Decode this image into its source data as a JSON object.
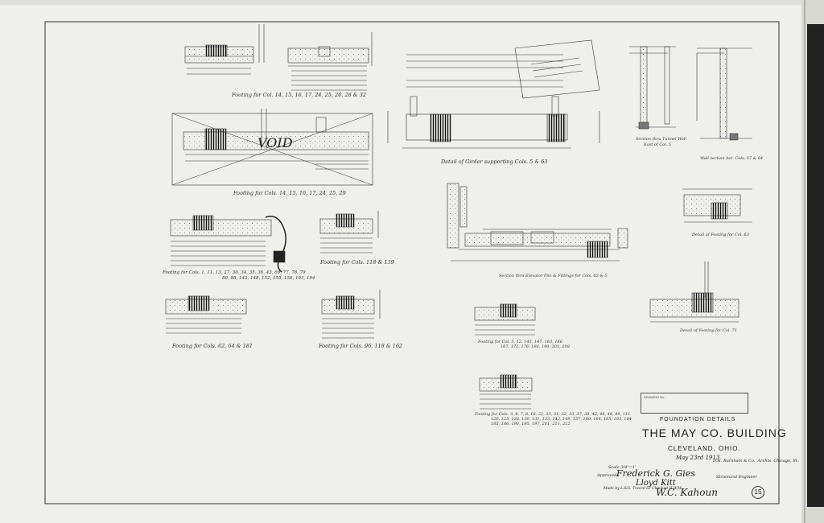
{
  "title_block": {
    "stamp_label": "DRAWING No.",
    "subtitle": "FOUNDATION DETAILS",
    "building": "THE MAY CO. BUILDING",
    "city": "CLEVELAND, OHIO.",
    "date": "May 23rd 1913",
    "scale": "Scale 3/4\"=1'",
    "architect": "D.H. Burnham & Co., Archts. Chicago, Ill.",
    "approved_label": "Approved",
    "signature_1": "Frederick G. Gies",
    "engineer_label": "Structural Engineer",
    "signature_2": "Lloyd Kitt",
    "made_by": "Made by L.&G.  Traced LV  Checked H.W.M.",
    "signature_3": "W.C. Kahoun",
    "sheet_number": "15"
  },
  "captions": {
    "d1": "Footing for Col. 14, 15, 16, 17,   24, 25, 26, 28 & 32",
    "d2": "Footing for Cols. 14, 15, 16, 17, 24, 25, 29",
    "void": "VOID",
    "d3": "Detail of Girder supporting Cols. 5 & 63",
    "d4": "Section thru Tunnel Wall",
    "d4b": "East of Col. 5",
    "d5": "Wall section bet. Cols. 57 & 64",
    "d6": "Footing for Cols. 1, 11, 13, 27, 30,   34, 35, 36, 43, 69, 77, 78, 79",
    "d6b": "80, 88, 143, 148, 152, 155, 156, 193, 194",
    "d7": "Footing for Cols. 118 & 139",
    "d8": "Section thru Elevator Pits & Fittings for Cols. 63 & 5",
    "d9": "Detail of Footing for Col. 63",
    "d10": "Footing for Cols. 62, 64 & 181",
    "d11": "Footing for Cols. 96, 118 & 162",
    "d12": "Footing for Col. 5, 12, 145, 147, 163, 166",
    "d12b": "167, 172, 176, 186, 190, 201, 208",
    "d13": "Detail of Footing for Col. 71",
    "d14": "Footing for Cols. 3, 4, 7, 8, 18, 22, 23, 31, 32, 33, 37, 38, 42, 46, 48, 49, 111",
    "d14b": "120, 125, 128, 130, 131, 133, 142, 149, 157, 160, 164, 165, 183, 184",
    "d14c": "185, 186, 190, 195, 197, 201, 211, 212"
  },
  "colors": {
    "paper": "#efefec",
    "ink": "#222222",
    "border": "#333333"
  }
}
